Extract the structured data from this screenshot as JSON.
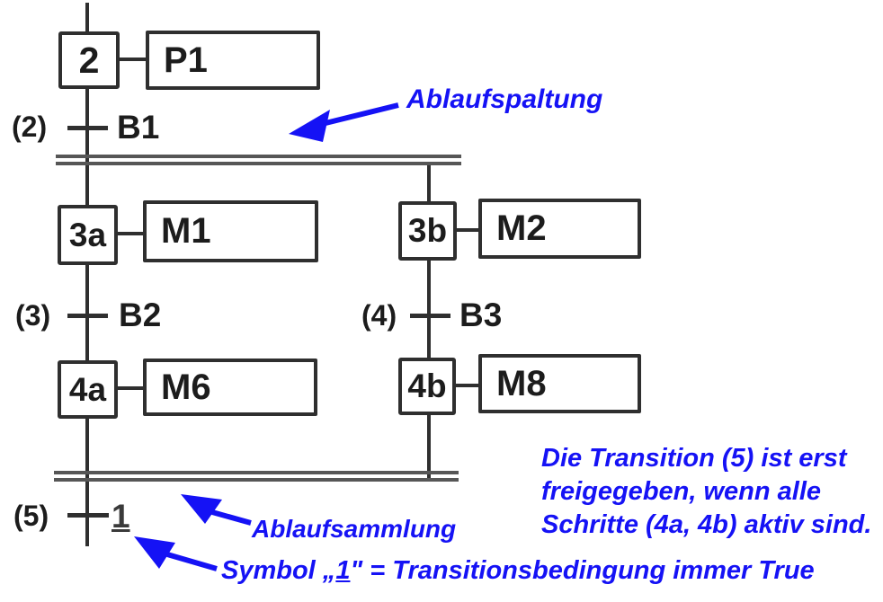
{
  "diagram": {
    "type": "sequential-function-chart",
    "steps": [
      {
        "id": "2",
        "action": "P1"
      },
      {
        "id": "3a",
        "action": "M1"
      },
      {
        "id": "3b",
        "action": "M2"
      },
      {
        "id": "4a",
        "action": "M6"
      },
      {
        "id": "4b",
        "action": "M8"
      }
    ],
    "transitions": [
      {
        "number": "(2)",
        "condition": "B1"
      },
      {
        "number": "(3)",
        "condition": "B2"
      },
      {
        "number": "(4)",
        "condition": "B3"
      },
      {
        "number": "(5)",
        "condition": "1"
      }
    ],
    "annotations": {
      "split_label": "Ablaufspaltung",
      "join_label": "Ablaufsammlung",
      "note_lines": [
        "Die Transition (5) ist erst",
        "freigegeben, wenn alle",
        "Schritte (4a, 4b) aktiv sind."
      ],
      "symbol_note": {
        "prefix": "Symbol „",
        "symbol": "1",
        "suffix": "\" = Transitionsbedingung immer True"
      }
    },
    "colors": {
      "annotation_blue": "#1512f5",
      "line_black": "#2f2f2f",
      "parallel_bar_gray": "#565656"
    }
  }
}
